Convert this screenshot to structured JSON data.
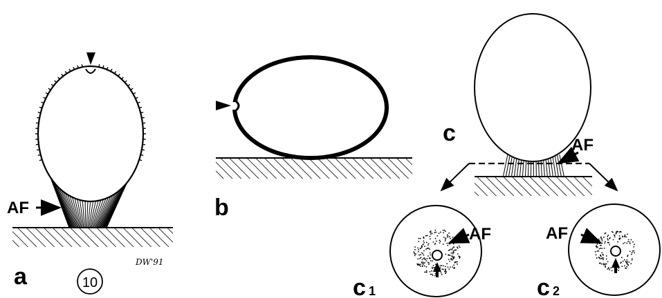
{
  "figure": {
    "number": "10",
    "signature": "DW'91"
  },
  "panels": {
    "a": {
      "label": "a",
      "af_label": "AF"
    },
    "b": {
      "label": "b"
    },
    "c": {
      "label": "c",
      "af_label": "AF"
    },
    "c1": {
      "label": "c",
      "subscript": "1",
      "af_label": "AF"
    },
    "c2": {
      "label": "c",
      "subscript": "2",
      "af_label": "AF"
    }
  }
}
